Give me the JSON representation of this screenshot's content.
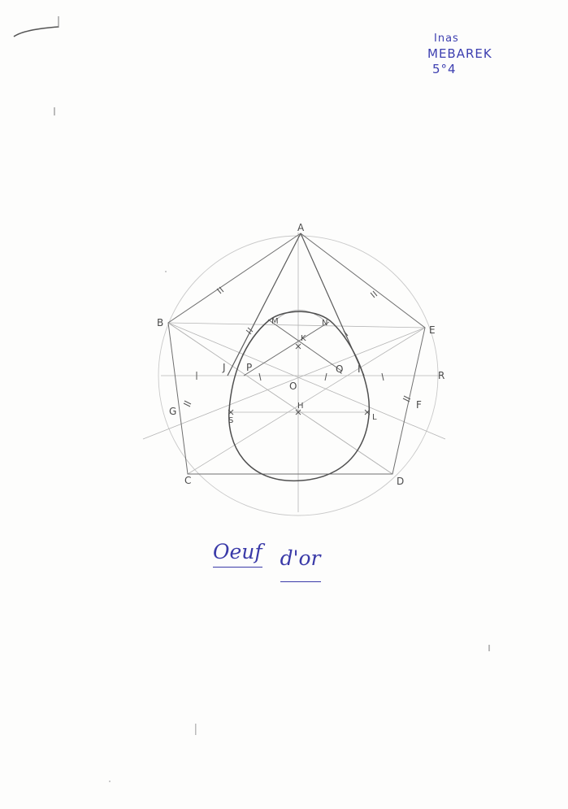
{
  "author": {
    "first_name": "Inas",
    "last_name": "MEBAREK",
    "class": "5°4"
  },
  "title": {
    "word1": "Oeuf",
    "word2": "d'or"
  },
  "points": {
    "A": "A",
    "B": "B",
    "C": "C",
    "D": "D",
    "E": "E",
    "F": "F",
    "G": "G",
    "H": "H",
    "I": "I",
    "J": "J",
    "K": "K",
    "L": "L",
    "M": "M",
    "N": "N",
    "O": "O",
    "P": "P",
    "Q": "Q",
    "R": "R",
    "S": "S"
  },
  "colors": {
    "pencil": "#707070",
    "ink": "#3a3aa8"
  }
}
